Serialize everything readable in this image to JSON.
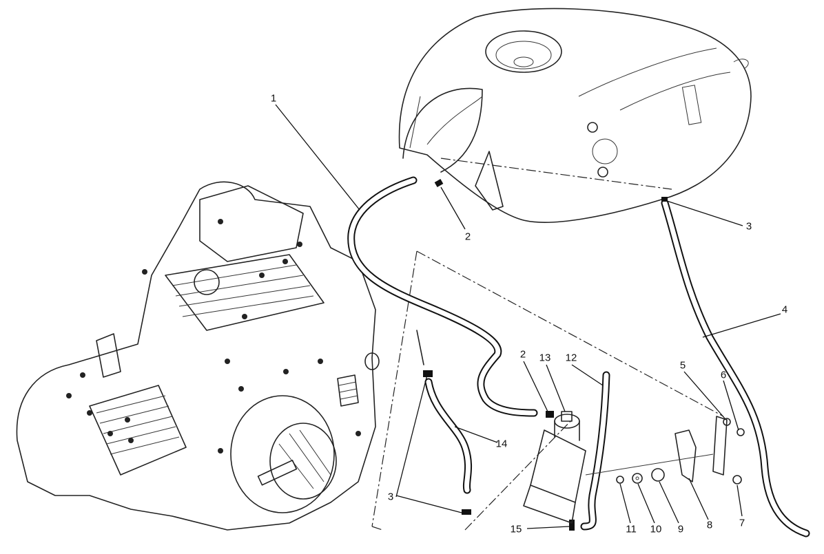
{
  "diagram": {
    "labels": [
      "1",
      "2",
      "3",
      "4",
      "5",
      "6",
      "2",
      "13",
      "12",
      "14",
      "3",
      "15",
      "11",
      "10",
      "9",
      "8",
      "7"
    ]
  }
}
